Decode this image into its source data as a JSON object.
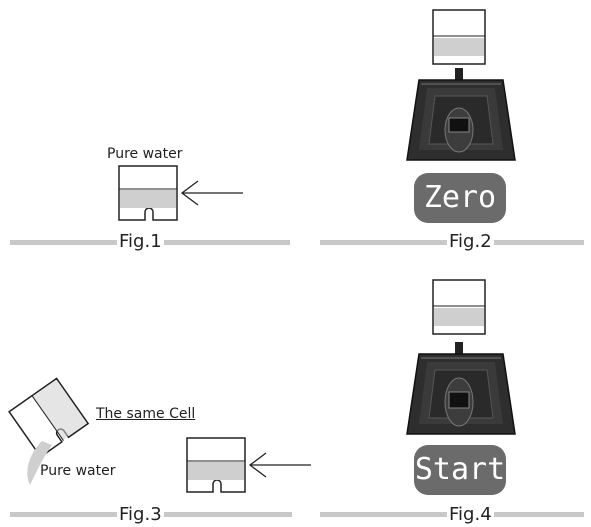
{
  "fig1": {
    "caption": "Fig.1",
    "label": "Pure water"
  },
  "fig2": {
    "caption": "Fig.2",
    "button": "Zero"
  },
  "fig3": {
    "caption": "Fig.3",
    "same_cell_label": "The same Cell",
    "pour_label": "Pure water"
  },
  "fig4": {
    "caption": "Fig.4",
    "button": "Start"
  },
  "colors": {
    "water": "#cfcfcf",
    "divider": "#c8c8c8",
    "button_bg": "#6b6b6b",
    "device_dark": "#333333"
  },
  "icons": {
    "cuvette": "cuvette-icon",
    "arrow": "arrow-left-icon",
    "insert": "arrow-down-icon",
    "device": "meter-device-icon"
  }
}
